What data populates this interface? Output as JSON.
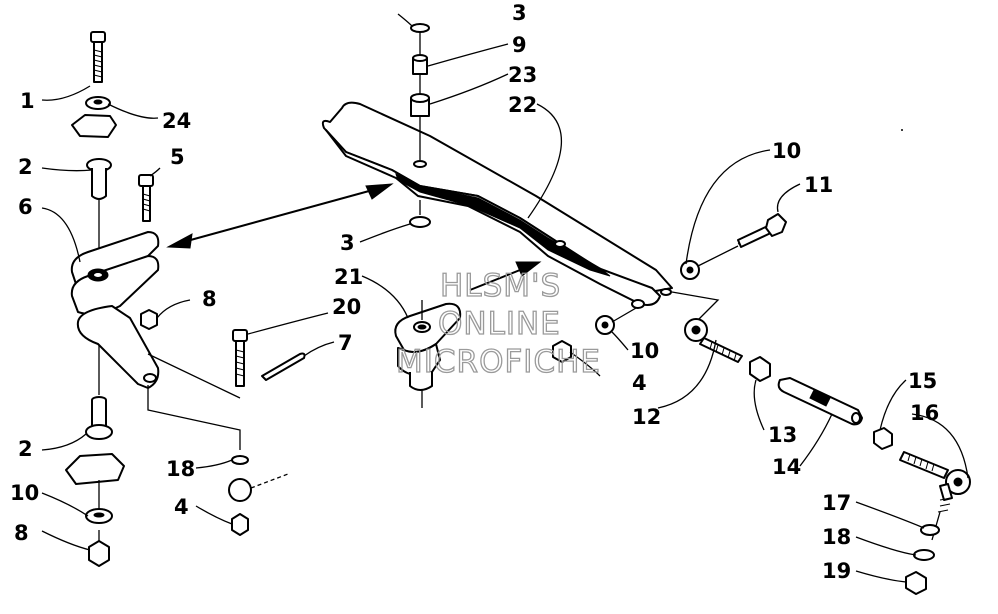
{
  "watermark": {
    "line1": "HLSM'S",
    "line2": "ONLINE",
    "line3": "MICROFICHE"
  },
  "callouts": [
    {
      "id": "c1",
      "text": "1"
    },
    {
      "id": "c24",
      "text": "24"
    },
    {
      "id": "c2a",
      "text": "2"
    },
    {
      "id": "c5",
      "text": "5"
    },
    {
      "id": "c6",
      "text": "6"
    },
    {
      "id": "c8a",
      "text": "8"
    },
    {
      "id": "c20",
      "text": "20"
    },
    {
      "id": "c7",
      "text": "7"
    },
    {
      "id": "c2b",
      "text": "2"
    },
    {
      "id": "c10a",
      "text": "10"
    },
    {
      "id": "c8b",
      "text": "8"
    },
    {
      "id": "c18a",
      "text": "18"
    },
    {
      "id": "c4a",
      "text": "4"
    },
    {
      "id": "c3a",
      "text": "3"
    },
    {
      "id": "c9",
      "text": "9"
    },
    {
      "id": "c23",
      "text": "23"
    },
    {
      "id": "c22",
      "text": "22"
    },
    {
      "id": "c3b",
      "text": "3"
    },
    {
      "id": "c21",
      "text": "21"
    },
    {
      "id": "c10b",
      "text": "10"
    },
    {
      "id": "c4b",
      "text": "4"
    },
    {
      "id": "c10c",
      "text": "10"
    },
    {
      "id": "c11",
      "text": "11"
    },
    {
      "id": "c12",
      "text": "12"
    },
    {
      "id": "c13",
      "text": "13"
    },
    {
      "id": "c14",
      "text": "14"
    },
    {
      "id": "c15",
      "text": "15"
    },
    {
      "id": "c16",
      "text": "16"
    },
    {
      "id": "c17",
      "text": "17"
    },
    {
      "id": "c18b",
      "text": "18"
    },
    {
      "id": "c19",
      "text": "19"
    }
  ],
  "colors": {
    "ink": "#000000",
    "paper": "#ffffff",
    "watermark": "#9a9a9a"
  }
}
